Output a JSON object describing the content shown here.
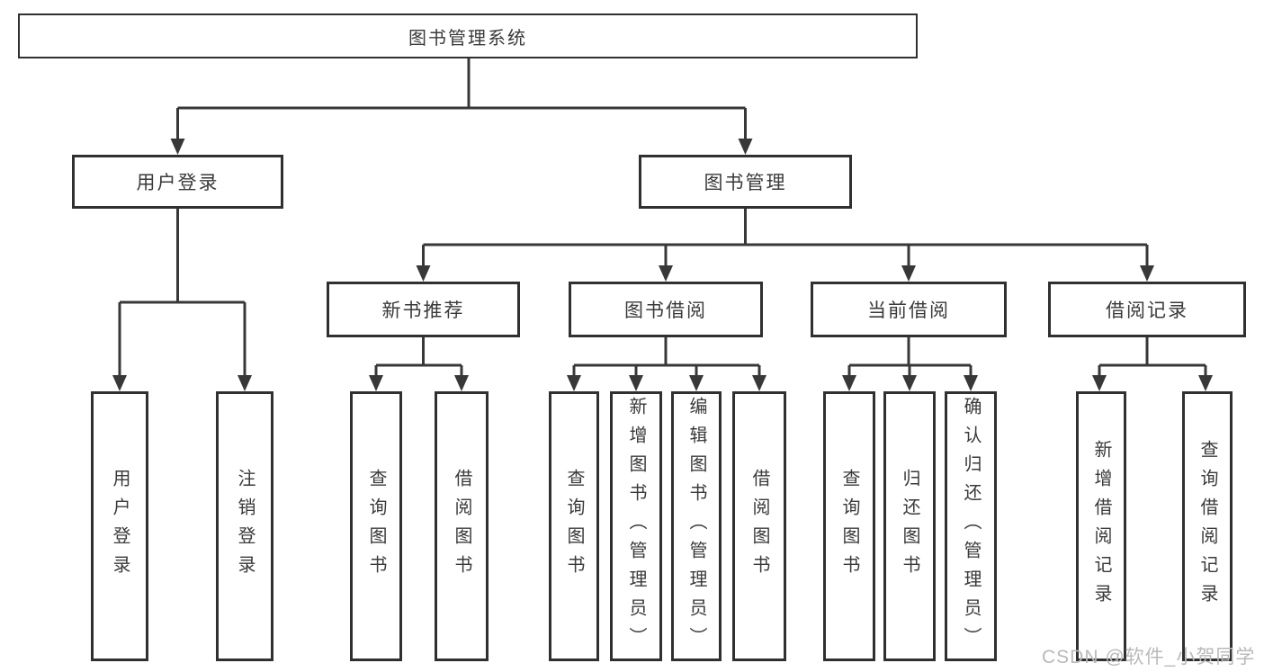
{
  "diagram": {
    "type": "tree",
    "nodes": {
      "root": "图书管理系统",
      "user_login": "用户登录",
      "book_mgmt": "图书管理",
      "new_book_rec": "新书推荐",
      "book_borrow": "图书借阅",
      "current_borrow": "当前借阅",
      "borrow_records": "借阅记录",
      "ul_user_login": "用户登录",
      "ul_logout": "注销登录",
      "nb_query_books": "查询图书",
      "nb_borrow_books": "借阅图书",
      "bb_query_books": "查询图书",
      "bb_add_books": "新增图书（管理员）",
      "bb_edit_books": "编辑图书（管理员）",
      "bb_borrow_books": "借阅图书",
      "cb_query_books": "查询图书",
      "cb_return_books": "归还图书",
      "cb_confirm_return": "确认归还（管理员）",
      "br_add_record": "新增借阅记录",
      "br_query_record": "查询借阅记录"
    },
    "edges": [
      [
        "root",
        "user_login"
      ],
      [
        "root",
        "book_mgmt"
      ],
      [
        "user_login",
        "ul_user_login"
      ],
      [
        "user_login",
        "ul_logout"
      ],
      [
        "book_mgmt",
        "new_book_rec"
      ],
      [
        "book_mgmt",
        "book_borrow"
      ],
      [
        "book_mgmt",
        "current_borrow"
      ],
      [
        "book_mgmt",
        "borrow_records"
      ],
      [
        "new_book_rec",
        "nb_query_books"
      ],
      [
        "new_book_rec",
        "nb_borrow_books"
      ],
      [
        "book_borrow",
        "bb_query_books"
      ],
      [
        "book_borrow",
        "bb_add_books"
      ],
      [
        "book_borrow",
        "bb_edit_books"
      ],
      [
        "book_borrow",
        "bb_borrow_books"
      ],
      [
        "current_borrow",
        "cb_query_books"
      ],
      [
        "current_borrow",
        "cb_return_books"
      ],
      [
        "current_borrow",
        "cb_confirm_return"
      ],
      [
        "borrow_records",
        "br_add_record"
      ],
      [
        "borrow_records",
        "br_query_record"
      ]
    ],
    "colors": {
      "line": "#383838",
      "box_border": "#303030",
      "text": "#3a3a3a",
      "watermark": "#b9b9b9",
      "background": "#ffffff"
    }
  },
  "watermark": "CSDN @软件_小贺同学"
}
